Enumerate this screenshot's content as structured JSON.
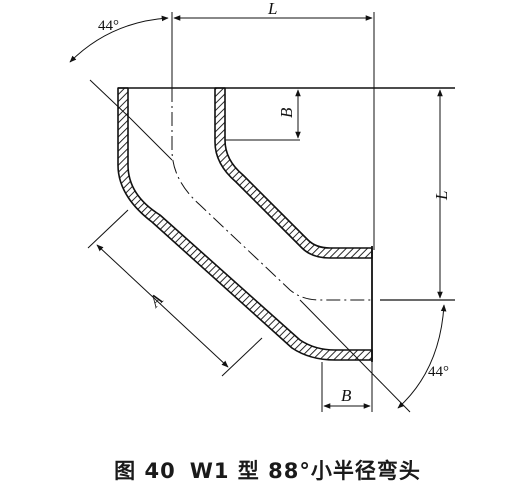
{
  "drawing": {
    "angle_top": "44°",
    "angle_bottom": "44°",
    "label_L_top": "L",
    "label_L_right": "L",
    "label_B_top": "B",
    "label_B_bottom": "B",
    "label_A": "A"
  },
  "caption": {
    "figure": "图 40",
    "title": "W1 型 88°小半径弯头"
  }
}
